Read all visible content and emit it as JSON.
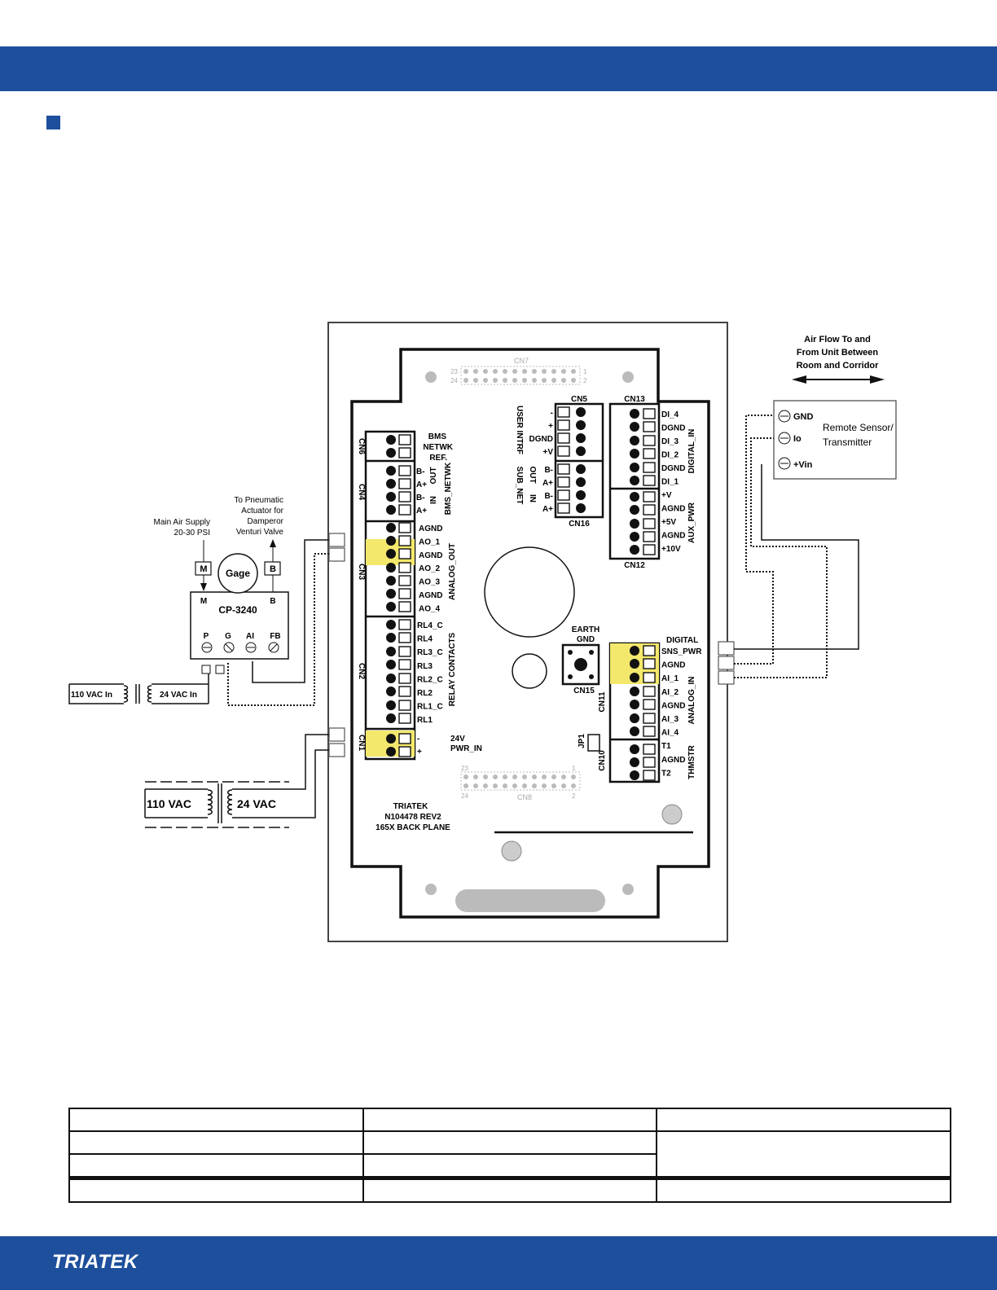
{
  "brand": {
    "logo_text": "TRIATEK",
    "accent_color": "#1e4f9c",
    "highlight_color": "#f3e86c"
  },
  "left": {
    "pneumatic_note": [
      "To Pneumatic",
      "Actuator for",
      "Damperor",
      "Venturi Valve"
    ],
    "air_supply_note": [
      "Main Air Supply",
      "20-30 PSI"
    ],
    "port_m": "M",
    "port_b": "B",
    "gage": "Gage",
    "controller": {
      "m": "M",
      "b": "B",
      "name": "CP-3240",
      "p": "P",
      "g": "G",
      "ai": "AI",
      "fb": "FB"
    },
    "small_transformer": {
      "in": "110 VAC In",
      "out": "24 VAC In"
    },
    "big_transformer": {
      "in": "110 VAC",
      "out": "24 VAC"
    }
  },
  "right": {
    "airflow_note": [
      "Air Flow To and",
      "From Unit Between",
      "Room and Corridor"
    ],
    "sensor": {
      "gnd": "GND",
      "io": "Io",
      "vin": "+Vin",
      "name_line1": "Remote Sensor/",
      "name_line2": "Transmitter"
    }
  },
  "board": {
    "cn7": "CN7",
    "cn8": "CN8",
    "cn7_pins": {
      "tl": "23",
      "bl": "24",
      "tr": "1",
      "br": "2"
    },
    "cn8_pins": {
      "tl": "23",
      "bl": "24",
      "tr": "1",
      "br": "2"
    },
    "cn6": "CN6",
    "cn4": "CN4",
    "cn3": "CN3",
    "cn2": "CN2",
    "cn1": "CN1",
    "bms_ref": [
      "BMS",
      "NETWK",
      "REF."
    ],
    "cn4_labels": [
      "B-",
      "A+",
      "B-",
      "A+"
    ],
    "cn4_out": "OUT",
    "cn4_in": "IN",
    "cn4_group": "BMS_NETWK",
    "cn3_labels": [
      "AGND",
      "AO_1",
      "AGND",
      "AO_2",
      "AO_3",
      "AGND",
      "AO_4"
    ],
    "cn3_group": "ANALOG_OUT",
    "cn2_labels": [
      "RL4_C",
      "RL4",
      "RL3_C",
      "RL3",
      "RL2_C",
      "RL2",
      "RL1_C",
      "RL1"
    ],
    "cn2_group": "RELAY CONTACTS",
    "cn1_labels": [
      "-",
      "+"
    ],
    "pwr_in": [
      "24V",
      "PWR_IN"
    ],
    "cn5": "CN5",
    "cn16": "CN16",
    "cn13": "CN13",
    "cn12": "CN12",
    "cn11": "CN11",
    "cn10": "CN10",
    "cn15": "CN15",
    "jp1": "JP1",
    "cn5_labels": [
      "-",
      "+",
      "DGND",
      "+V"
    ],
    "cn16_labels": [
      "B-",
      "A+",
      "B-",
      "A+"
    ],
    "user_intrf": "USER INTRF",
    "sub_net": "SUB_NET",
    "cn16_out": "OUT",
    "cn16_in": "IN",
    "cn13_labels": [
      "DI_4",
      "DGND",
      "DI_3",
      "DI_2",
      "DGND",
      "DI_1"
    ],
    "digital_in": "DIGITAL_IN",
    "cn12_labels": [
      "+V",
      "AGND",
      "+5V",
      "AGND",
      "+10V"
    ],
    "aux_pwr": "AUX_PWR",
    "earth_gnd": [
      "EARTH",
      "GND"
    ],
    "digital": "DIGITAL",
    "cn11_labels": [
      "SNS_PWR",
      "AGND",
      "AI_1",
      "AI_2",
      "AGND",
      "AI_3",
      "AI_4"
    ],
    "analog_in": "ANALOG_IN",
    "cn10_labels": [
      "T1",
      "AGND",
      "T2"
    ],
    "thmstr": "THMSTR",
    "board_id": [
      "TRIATEK",
      "N104478 REV2",
      "165X BACK PLANE"
    ]
  }
}
